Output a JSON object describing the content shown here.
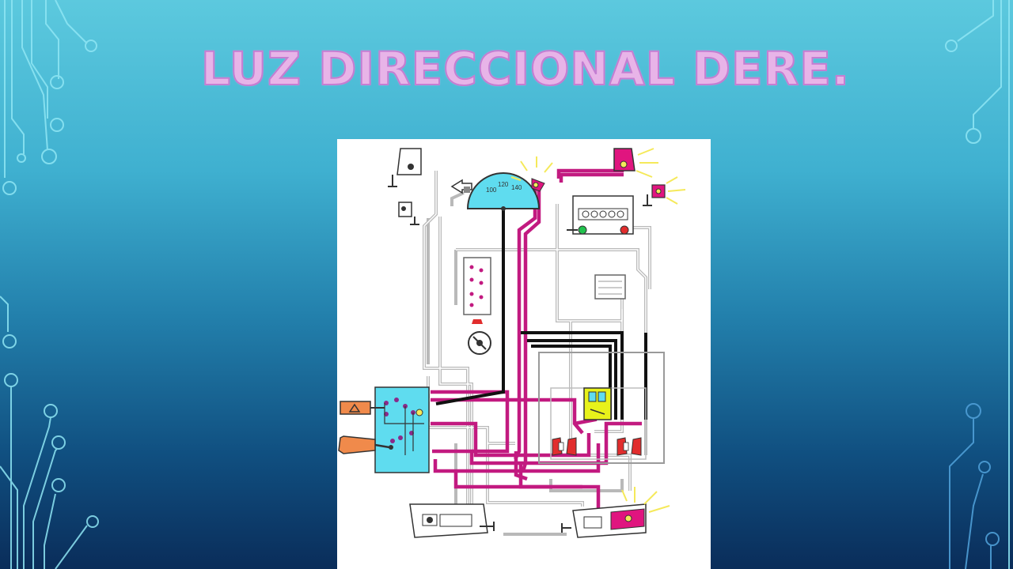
{
  "slide": {
    "title": "LUZ DIRECCIONAL DERE."
  },
  "diagram": {
    "speedometer_labels": [
      "100",
      "120",
      "140"
    ]
  },
  "colors": {
    "background_top": "#5cc9de",
    "background_bottom": "#0a2d5a",
    "title_fill": "#e8b4e8",
    "title_outline": "#c47ed2",
    "decoration_lines": "#8fe6f4",
    "wire_magenta": "#c21a80",
    "wire_black": "#111111",
    "wire_gray": "#b9b9b9",
    "component_cyan": "#5fdcef",
    "lamp_magenta": "#e0157f",
    "lamp_glow": "#f5e95a",
    "switch_orange": "#f08a4b",
    "relay_red": "#e12d2d",
    "relay_yellow": "#e8f21a",
    "indicator_green": "#21c24d"
  }
}
